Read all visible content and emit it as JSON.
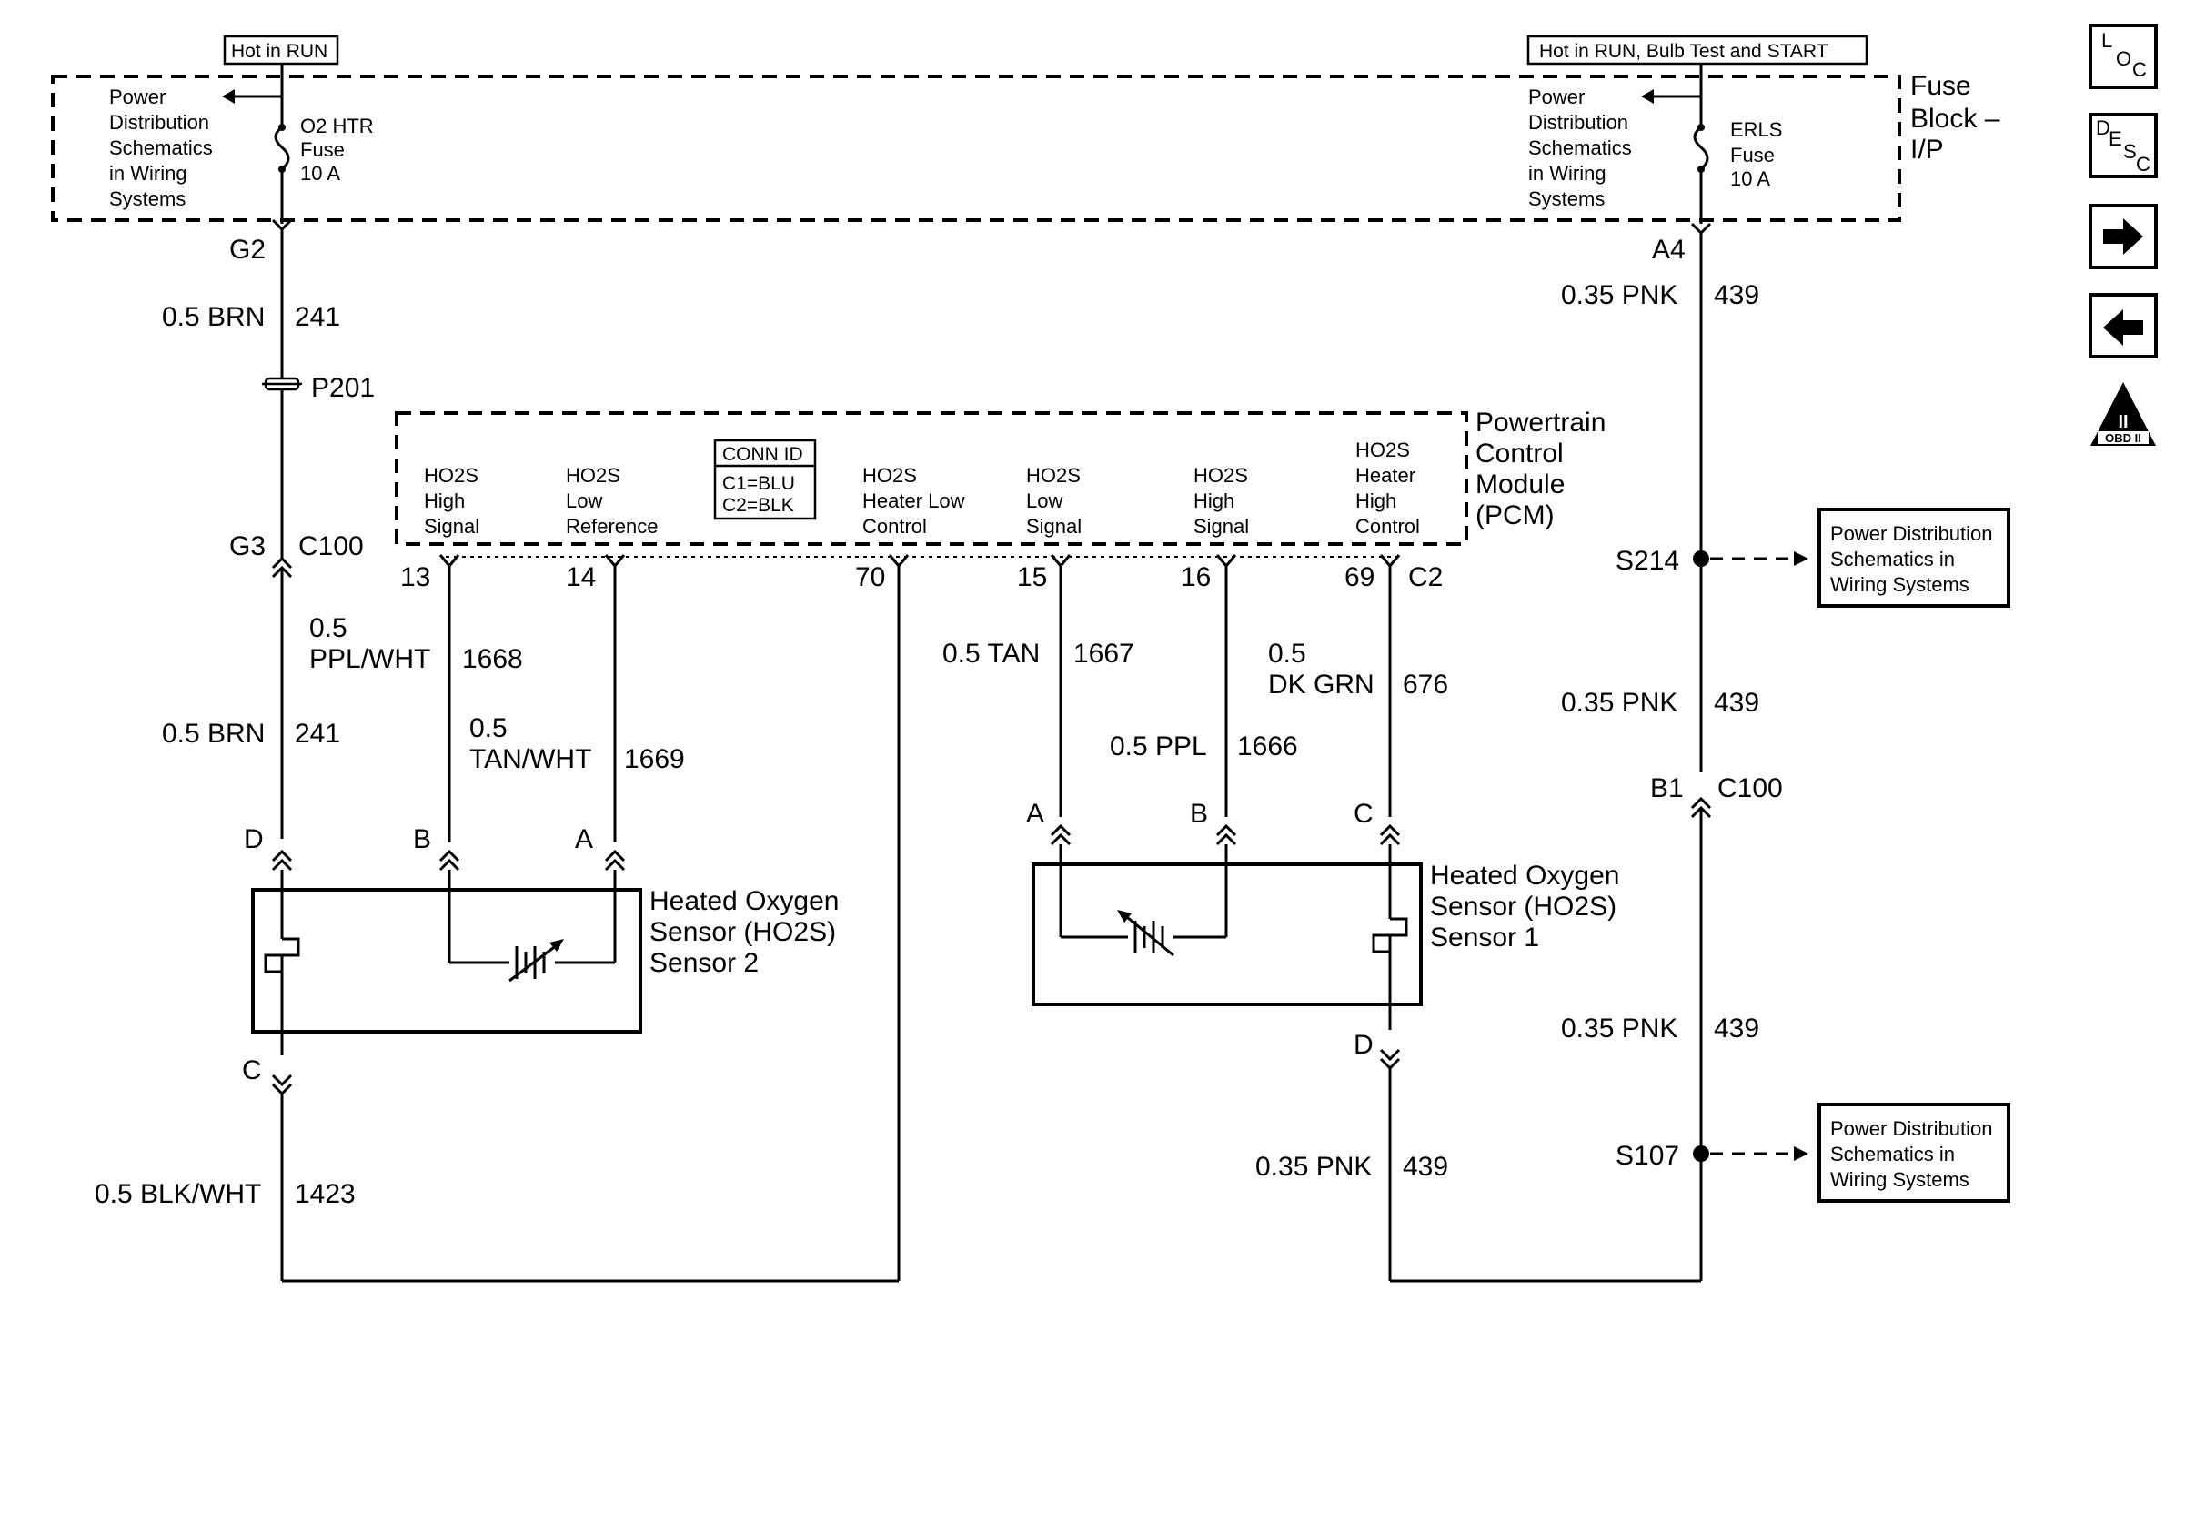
{
  "header_labels": {
    "hot_run": "Hot in RUN",
    "hot_run_bulb_start": "Hot in RUN, Bulb Test and START"
  },
  "fuse_block": {
    "title_1": "Fuse",
    "title_2": "Block –",
    "title_3": "I/P",
    "left_ref": [
      "Power",
      "Distribution",
      "Schematics",
      "in Wiring",
      "Systems"
    ],
    "right_ref": [
      "Power",
      "Distribution",
      "Schematics",
      "in Wiring",
      "Systems"
    ],
    "fuse_left": [
      "O2 HTR",
      "Fuse",
      "10 A"
    ],
    "fuse_right": [
      "ERLS",
      "Fuse",
      "10 A"
    ]
  },
  "pcm": {
    "title": [
      "Powertrain",
      "Control",
      "Module",
      "(PCM)"
    ],
    "conn_id": {
      "title": "CONN ID",
      "c1": "C1=BLU",
      "c2": "C2=BLK"
    },
    "pins": {
      "p13": [
        "HO2S",
        "High",
        "Signal"
      ],
      "p14": [
        "HO2S",
        "Low",
        "Reference"
      ],
      "p70": [
        "HO2S",
        "Heater Low",
        "Control"
      ],
      "p15": [
        "HO2S",
        "Low",
        "Signal"
      ],
      "p16": [
        "HO2S",
        "High",
        "Signal"
      ],
      "p69": [
        "HO2S",
        "Heater",
        "High",
        "Control"
      ]
    },
    "pin_numbers": {
      "p13": "13",
      "p14": "14",
      "p70": "70",
      "p15": "15",
      "p16": "16",
      "p69": "69",
      "conn": "C2"
    }
  },
  "connectors": {
    "g2": "G2",
    "g3": "G3",
    "c100_left": "C100",
    "p201": "P201",
    "a4": "A4",
    "b1": "B1",
    "c100_right": "C100",
    "s214": "S214",
    "s107": "S107"
  },
  "wires": {
    "brn_241_top": {
      "gauge": "0.5 BRN",
      "circuit": "241"
    },
    "brn_241_mid": {
      "gauge": "0.5 BRN",
      "circuit": "241"
    },
    "ppl_wht_1668": {
      "gauge_1": "0.5",
      "gauge_2": "PPL/WHT",
      "circuit": "1668"
    },
    "tan_wht_1669": {
      "gauge_1": "0.5",
      "gauge_2": "TAN/WHT",
      "circuit": "1669"
    },
    "tan_1667": {
      "gauge": "0.5 TAN",
      "circuit": "1667"
    },
    "ppl_1666": {
      "gauge": "0.5 PPL",
      "circuit": "1666"
    },
    "dkgrn_676": {
      "gauge_1": "0.5",
      "gauge_2": "DK GRN",
      "circuit": "676"
    },
    "pnk_439_top": {
      "gauge": "0.35 PNK",
      "circuit": "439"
    },
    "pnk_439_mid": {
      "gauge": "0.35 PNK",
      "circuit": "439"
    },
    "pnk_439_low": {
      "gauge": "0.35 PNK",
      "circuit": "439"
    },
    "pnk_439_s1": {
      "gauge": "0.35 PNK",
      "circuit": "439"
    },
    "blk_wht_1423": {
      "gauge": "0.5 BLK/WHT",
      "circuit": "1423"
    }
  },
  "sensor2": {
    "title": [
      "Heated Oxygen",
      "Sensor (HO2S)",
      "Sensor 2"
    ],
    "pins": {
      "d": "D",
      "b": "B",
      "a": "A",
      "c": "C"
    }
  },
  "sensor1": {
    "title": [
      "Heated Oxygen",
      "Sensor (HO2S)",
      "Sensor 1"
    ],
    "pins": {
      "a": "A",
      "b": "B",
      "c": "C",
      "d": "D"
    }
  },
  "power_dist_refs": {
    "s214_ref": [
      "Power Distribution",
      "Schematics in",
      "Wiring Systems"
    ],
    "s107_ref": [
      "Power Distribution",
      "Schematics in",
      "Wiring Systems"
    ]
  },
  "nav": {
    "loc": {
      "l": "L",
      "o": "O",
      "c": "C"
    },
    "desc": {
      "d": "D",
      "e": "E",
      "s": "S",
      "c": "C"
    },
    "obd": {
      "roman": "II",
      "label": "OBD II"
    }
  }
}
